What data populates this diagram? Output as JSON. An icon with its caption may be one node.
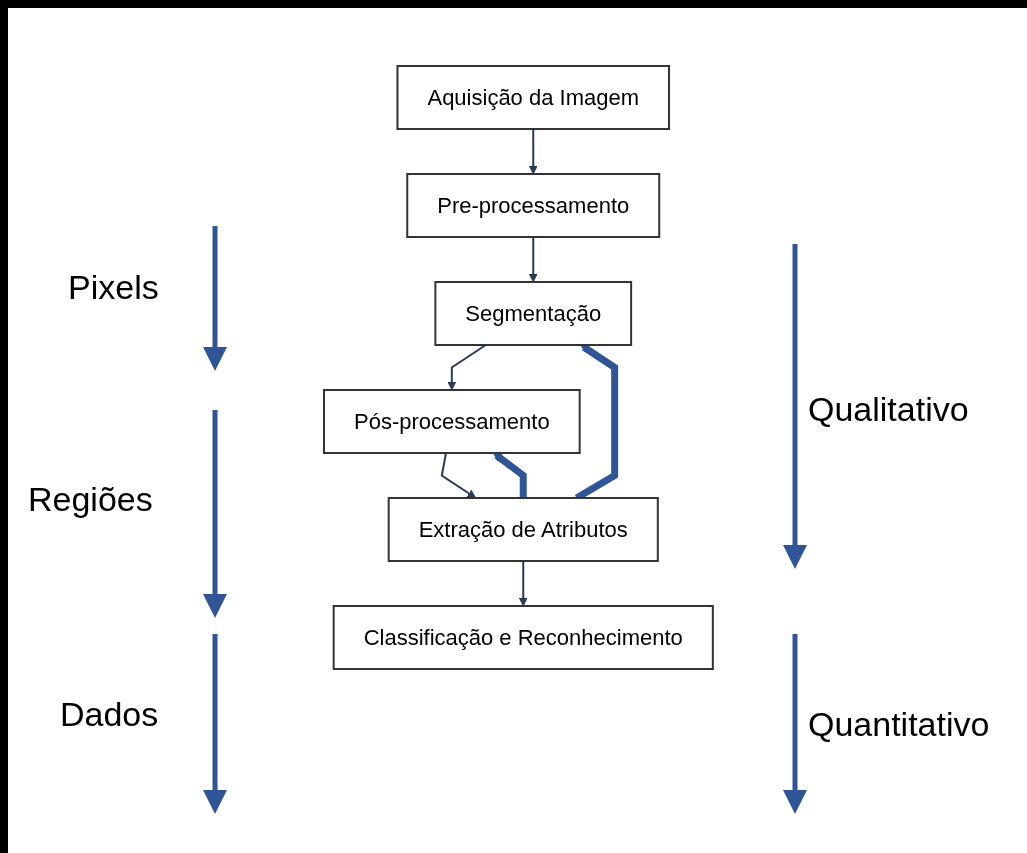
{
  "diagram": {
    "nodes": [
      {
        "text": [
          "Aquisição da Imagem"
        ]
      },
      {
        "text": [
          "Pre-processamento"
        ]
      },
      {
        "text": [
          "Segmentação"
        ]
      },
      {
        "text": [
          "Pós-processamento"
        ]
      },
      {
        "text": [
          "Extração  de Atributos"
        ]
      },
      {
        "text": [
          "Classificação e Reconhecimento"
        ]
      }
    ],
    "edges": [
      {
        "from": 0,
        "to": 1,
        "arrow": "to"
      },
      {
        "from": 1,
        "to": 2,
        "arrow": "to"
      },
      {
        "from": 2,
        "to": 3,
        "arrow": "to"
      },
      {
        "from": 3,
        "to": 4,
        "arrow": "to"
      },
      {
        "from": 4,
        "to": 5,
        "arrow": "to"
      },
      {
        "from": 4,
        "to": 2,
        "arrow": "to",
        "style": "thick",
        "color": "#2f5597"
      },
      {
        "from": 4,
        "to": 3,
        "arrow": "to",
        "style": "thick",
        "color": "#2f5597"
      }
    ],
    "labels": [
      "Pixels",
      "Regiões",
      "Dados",
      "Qualitativo",
      "Quantitativo"
    ]
  }
}
